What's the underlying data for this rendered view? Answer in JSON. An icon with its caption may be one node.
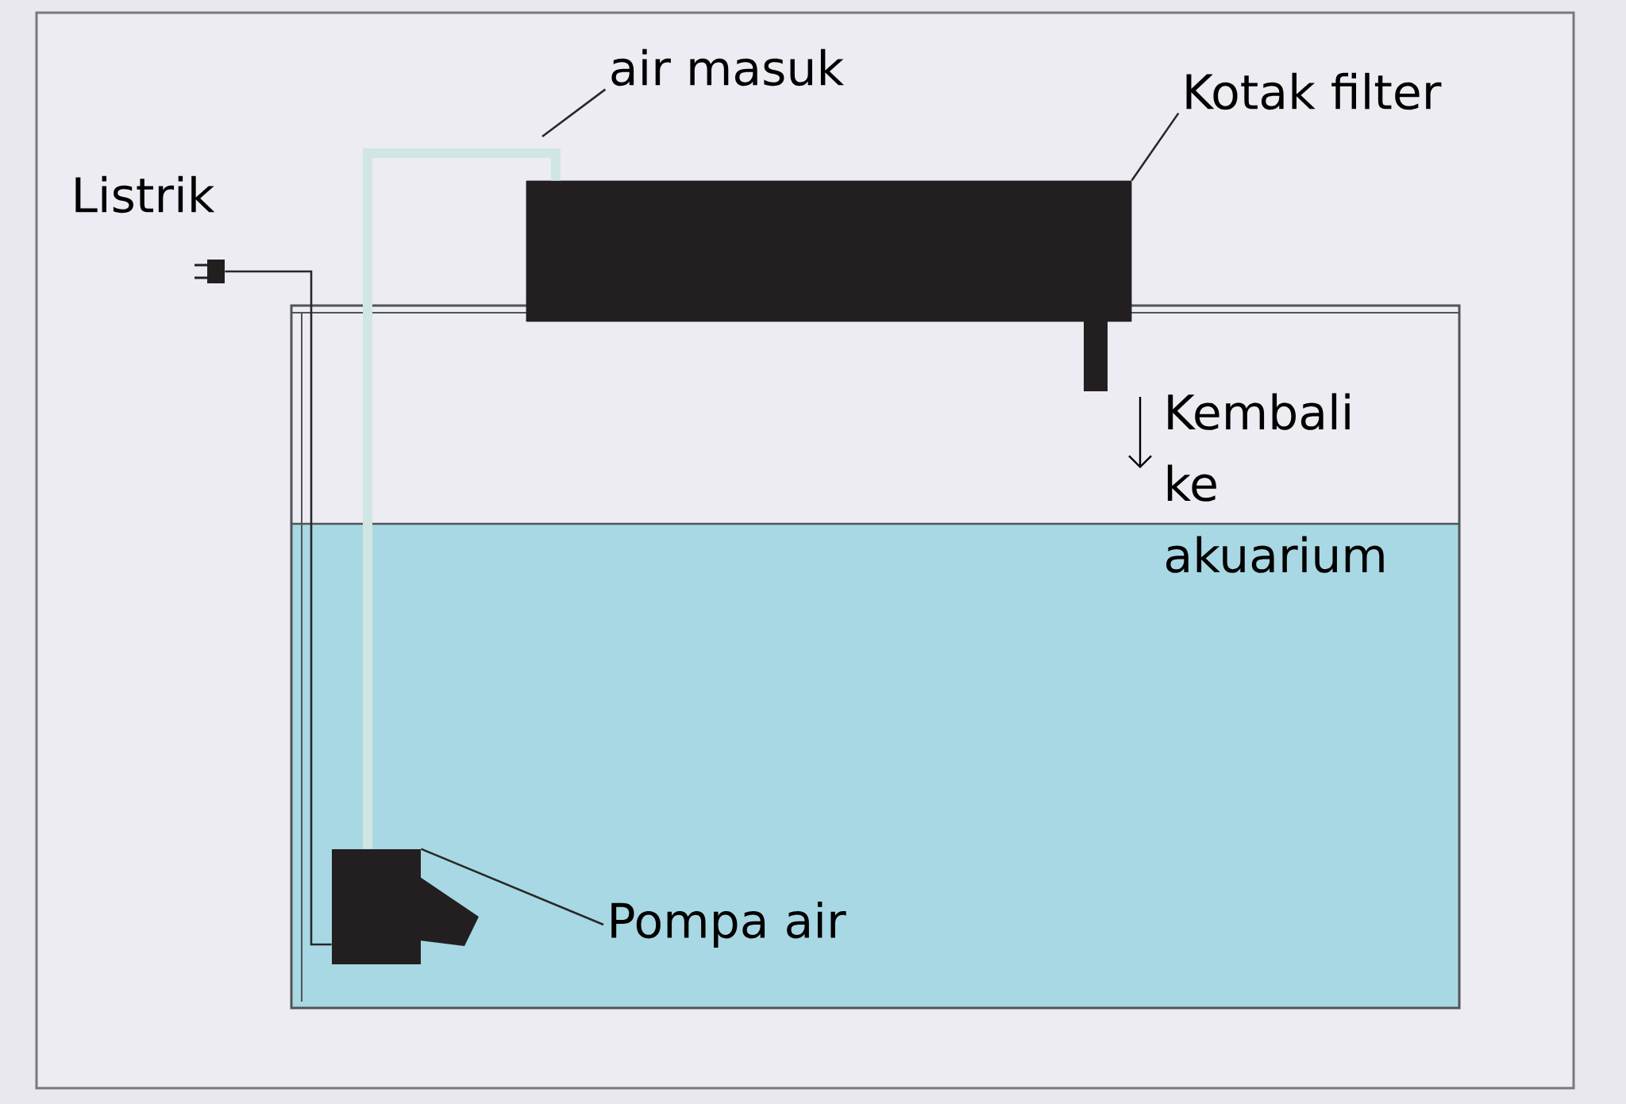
{
  "diagram": {
    "nodes": [
      {
        "text": [
          "air masuk"
        ]
      },
      {
        "text": [
          "Kotak filter"
        ]
      },
      {
        "text": [],
        "shape": "box"
      },
      {
        "text": [],
        "shape": "plug",
        "beside": [
          "Listrik"
        ]
      },
      {
        "text": [],
        "shape": "pump"
      },
      {
        "text": [
          "Pompa air"
        ]
      }
    ],
    "edges": [
      {
        "from": 0,
        "to": null,
        "arrow": "none"
      },
      {
        "from": 1,
        "to": 2,
        "arrow": "none"
      },
      {
        "from": 5,
        "to": 4,
        "arrow": "none"
      },
      {
        "from": 3,
        "to": 4,
        "arrow": "none"
      },
      {
        "from": 4,
        "to": 2,
        "arrow": "none",
        "style": "thick",
        "color": "#cfe6e2"
      }
    ],
    "labels": [
      "Kembali ke akuarium"
    ]
  }
}
